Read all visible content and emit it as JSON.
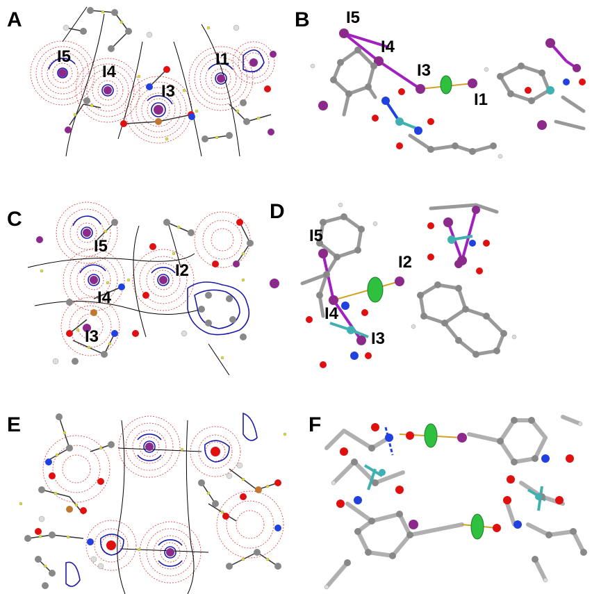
{
  "panels": {
    "A": {
      "letter": "A",
      "labels": {
        "I5": "I5",
        "I4": "I4",
        "I3": "I3",
        "I1": "I1"
      }
    },
    "B": {
      "letter": "B",
      "labels": {
        "I5": "I5",
        "I4": "I4",
        "I3": "I3",
        "I1": "I1"
      }
    },
    "C": {
      "letter": "C",
      "labels": {
        "I5": "I5",
        "I4": "I4",
        "I3": "I3",
        "I2": "I2"
      }
    },
    "D": {
      "letter": "D",
      "labels": {
        "I5": "I5",
        "I4": "I4",
        "I3": "I3",
        "I2": "I2"
      }
    },
    "E": {
      "letter": "E"
    },
    "F": {
      "letter": "F"
    }
  },
  "colors": {
    "contour_red": "#d42020",
    "contour_blue": "#1a1aaa",
    "iodine": "#8b2a8b",
    "oxygen": "#e01010",
    "nitrogen": "#2040e0",
    "carbon": "#888888",
    "hydrogen": "#e8e8e8",
    "copper": "#40b0b0",
    "boron": "#c07830",
    "bcp": "#e0e020",
    "halogen_bond": "#d4a020",
    "nci_surface": "#30c040"
  }
}
